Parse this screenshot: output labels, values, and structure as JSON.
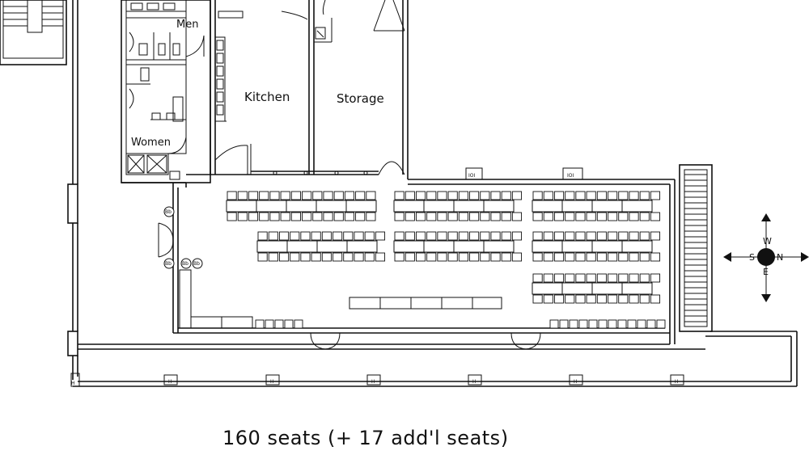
{
  "rooms": {
    "men": "Men",
    "women": "Women",
    "kitchen": "Kitchen",
    "storage": "Storage"
  },
  "fixtures": {
    "booster": "Bb"
  },
  "compass": {
    "north": "N",
    "south": "S",
    "west": "W",
    "east": "E"
  },
  "caption": "160 seats (+ 17 add'l seats)"
}
